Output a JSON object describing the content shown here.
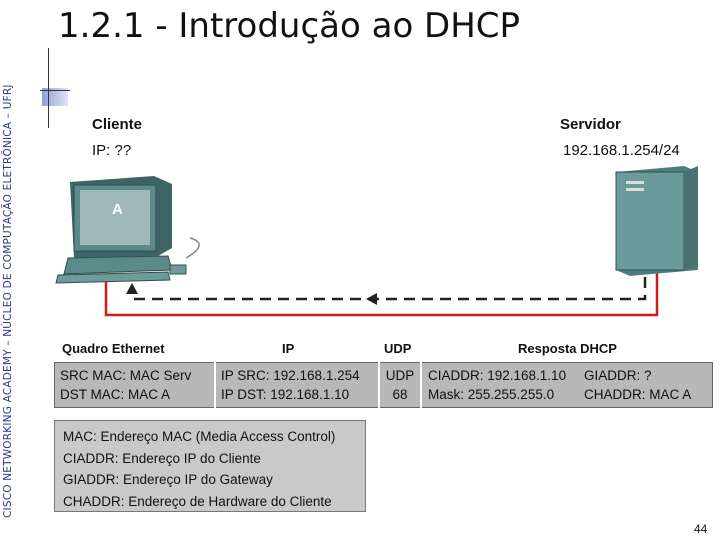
{
  "side_text": "CISCO NETWORKING ACADEMY – NÚCLEO DE COMPUTAÇÃO ELETRÔNICA – UFRJ",
  "title": "1.2.1 - Introdução ao DHCP",
  "client": {
    "label": "Cliente",
    "ip": "IP: ??",
    "pc_letter": "A"
  },
  "server": {
    "label": "Servidor",
    "ip": "192.168.1.254/24"
  },
  "frame": {
    "headers": {
      "ethernet": "Quadro Ethernet",
      "ip": "IP",
      "udp": "UDP",
      "dhcp": "Resposta DHCP"
    },
    "ethernet": [
      "SRC MAC: MAC Serv",
      "DST MAC: MAC A"
    ],
    "ip": [
      "IP SRC: 192.168.1.254",
      "IP DST: 192.168.1.10"
    ],
    "udp": [
      "UDP",
      "68"
    ],
    "dhcp_left": [
      "CIADDR: 192.168.1.10",
      "Mask: 255.255.255.0"
    ],
    "dhcp_right": [
      "GIADDR: ?",
      "CHADDR: MAC A"
    ]
  },
  "legend": [
    "MAC: Endereço MAC (Media Access Control)",
    "CIADDR: Endereço IP do Cliente",
    "GIADDR: Endereço IP do Gateway",
    "CHADDR: Endereço de Hardware do Cliente"
  ],
  "page_number": "44",
  "colors": {
    "link": "#d11a1a",
    "arrow": "#222222",
    "server": "#5e8e8e",
    "pc": "#4a7272"
  }
}
